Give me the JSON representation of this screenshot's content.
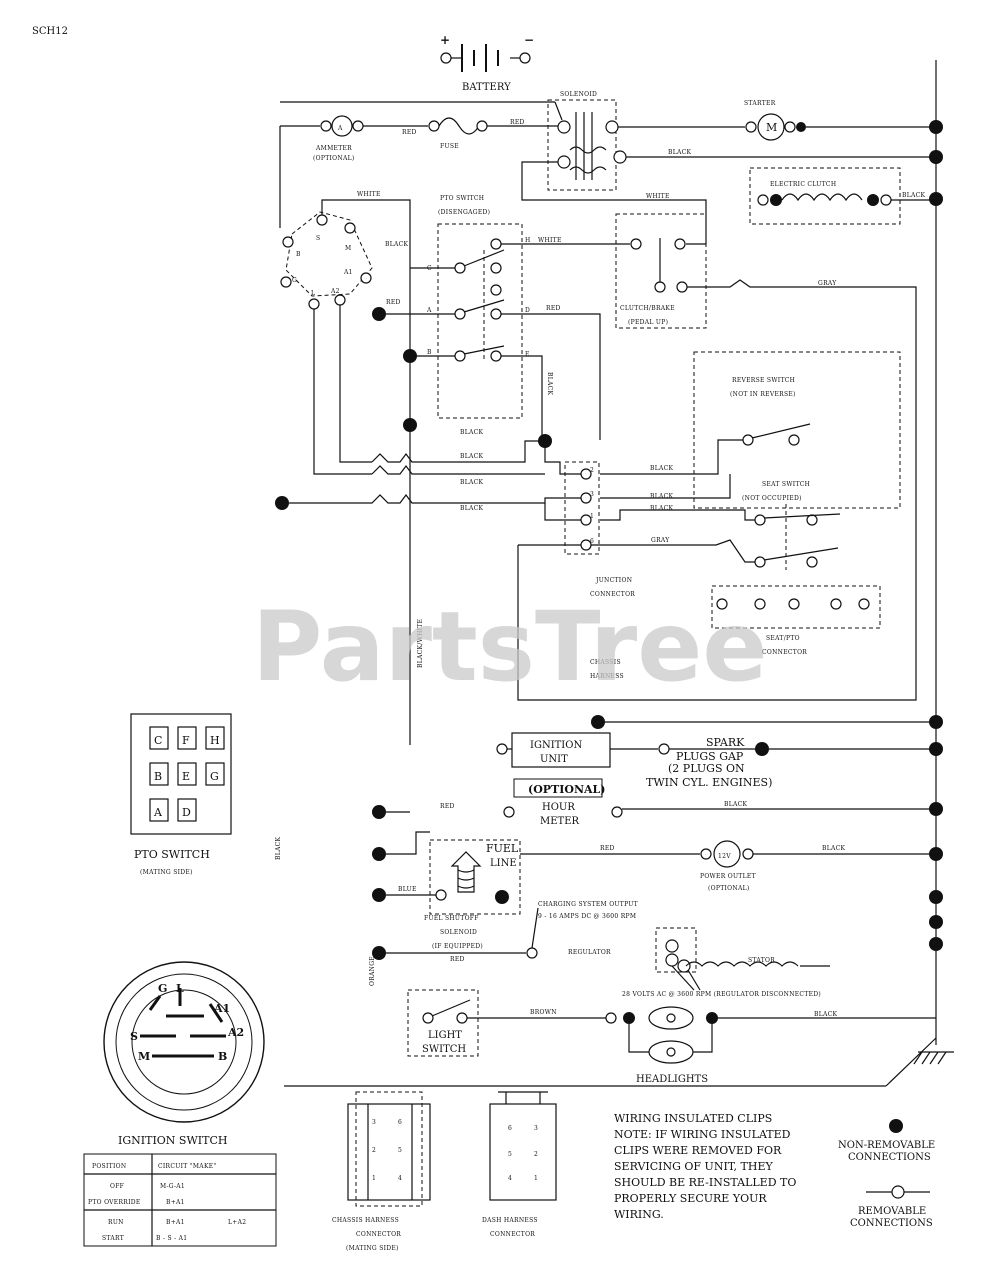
{
  "page_code": "SCH12",
  "components": {
    "battery": "BATTERY",
    "battery_plus": "+",
    "battery_minus": "−",
    "solenoid": "SOLENOID",
    "starter": "STARTER",
    "starter_symbol": "M",
    "ammeter": "AMMETER",
    "ammeter_optional": "(OPTIONAL)",
    "ammeter_symbol": "A",
    "fuse": "FUSE",
    "electric_clutch": "ELECTRIC CLUTCH",
    "pto_switch_title": "PTO SWITCH",
    "pto_switch_state": "(DISENGAGED)",
    "clutch_brake_title": "CLUTCH/BRAKE",
    "clutch_brake_state": "(PEDAL UP)",
    "reverse_switch_title": "REVERSE SWITCH",
    "reverse_switch_state": "(NOT IN REVERSE)",
    "seat_switch_title": "SEAT SWITCH",
    "seat_switch_state": "(NOT OCCUPIED)",
    "junction_connector_line1": "JUNCTION",
    "junction_connector_line2": "CONNECTOR",
    "seat_connector_line1": "SEAT/PTO",
    "seat_connector_line2": "CONNECTOR",
    "chassis_harness_line1": "CHASSIS",
    "chassis_harness_line2": "HARNESS",
    "ignition_unit_line1": "IGNITION",
    "ignition_unit_line2": "UNIT",
    "spark_plugs_line1": "SPARK",
    "spark_plugs_line2": "PLUGS GAP",
    "spark_plugs_line3": "(2 PLUGS ON",
    "spark_plugs_line4": "TWIN CYL. ENGINES)",
    "hour_meter_optional": "(OPTIONAL)",
    "hour_meter_line1": "HOUR",
    "hour_meter_line2": "METER",
    "fuel_line_1": "FUEL",
    "fuel_line_2": "LINE",
    "fuel_solenoid_line1": "FUEL SHUTOFF",
    "fuel_solenoid_line2": "SOLENOID",
    "fuel_solenoid_line3": "(IF EQUIPPED)",
    "power_outlet_symbol": "12V",
    "power_outlet_line1": "POWER OUTLET",
    "power_outlet_line2": "(OPTIONAL)",
    "charging_output_line1": "CHARGING SYSTEM OUTPUT",
    "charging_output_line2": "9 - 16 AMPS DC @ 3600 RPM",
    "regulator": "REGULATOR",
    "stator": "STATOR",
    "stator_note": "28 VOLTS AC @ 3600 RPM (REGULATOR DISCONNECTED)",
    "light_switch_line1": "LIGHT",
    "light_switch_line2": "SWITCH",
    "headlights": "HEADLIGHTS"
  },
  "wire_colors": {
    "red": "RED",
    "black": "BLACK",
    "white": "WHITE",
    "gray": "GRAY",
    "blue": "BLUE",
    "brown": "BROWN",
    "orange": "ORANGE",
    "black_white": "BLACK/WHITE"
  },
  "ignition_terminals": {
    "s": "S",
    "m": "M",
    "a1": "A1",
    "a2": "A2",
    "l": "L",
    "g": "G",
    "b": "B"
  },
  "pto_terminals": {
    "a": "A",
    "b": "B",
    "c": "C",
    "d": "D",
    "e": "E",
    "h": "H"
  },
  "junction_pins": [
    "2",
    "3",
    "1",
    "6"
  ],
  "pto_facing": {
    "title": "PTO SWITCH",
    "subtitle": "(MATING SIDE)",
    "rows": [
      [
        "C",
        "F",
        "H"
      ],
      [
        "B",
        "E",
        "G"
      ],
      [
        "A",
        "D",
        ""
      ]
    ]
  },
  "ignition_switch": {
    "title": "IGNITION SWITCH",
    "face_terminals": [
      "G",
      "L",
      "A1",
      "A2",
      "S",
      "M",
      "B"
    ],
    "table_headers": [
      "POSITION",
      "CIRCUIT \"MAKE\""
    ],
    "rows": [
      {
        "position": "OFF",
        "circuit": "M-G-A1",
        "extra": ""
      },
      {
        "position": "PTO OVERRIDE",
        "circuit": "B+A1",
        "extra": ""
      },
      {
        "position": "RUN",
        "circuit": "B+A1",
        "extra": "L+A2"
      },
      {
        "position": "START",
        "circuit": "B - S - A1",
        "extra": ""
      }
    ]
  },
  "chassis_connector": {
    "title_line1": "CHASSIS HARNESS",
    "title_line2": "CONNECTOR",
    "title_line3": "(MATING SIDE)",
    "pins": [
      "3",
      "6",
      "2",
      "5",
      "1",
      "4"
    ]
  },
  "dash_connector": {
    "title_line1": "DASH HARNESS",
    "title_line2": "CONNECTOR",
    "pins": [
      "6",
      "3",
      "5",
      "2",
      "4",
      "1"
    ]
  },
  "note": {
    "lines": [
      "WIRING INSULATED CLIPS",
      "NOTE: IF WIRING INSULATED",
      "CLIPS WERE REMOVED FOR",
      "SERVICING OF UNIT, THEY",
      "SHOULD BE RE-INSTALLED TO",
      "PROPERLY SECURE YOUR",
      "WIRING."
    ]
  },
  "legend": {
    "non_removable_line1": "NON-REMOVABLE",
    "non_removable_line2": "CONNECTIONS",
    "removable_line1": "REMOVABLE",
    "removable_line2": "CONNECTIONS"
  },
  "watermark": "PartsTree"
}
